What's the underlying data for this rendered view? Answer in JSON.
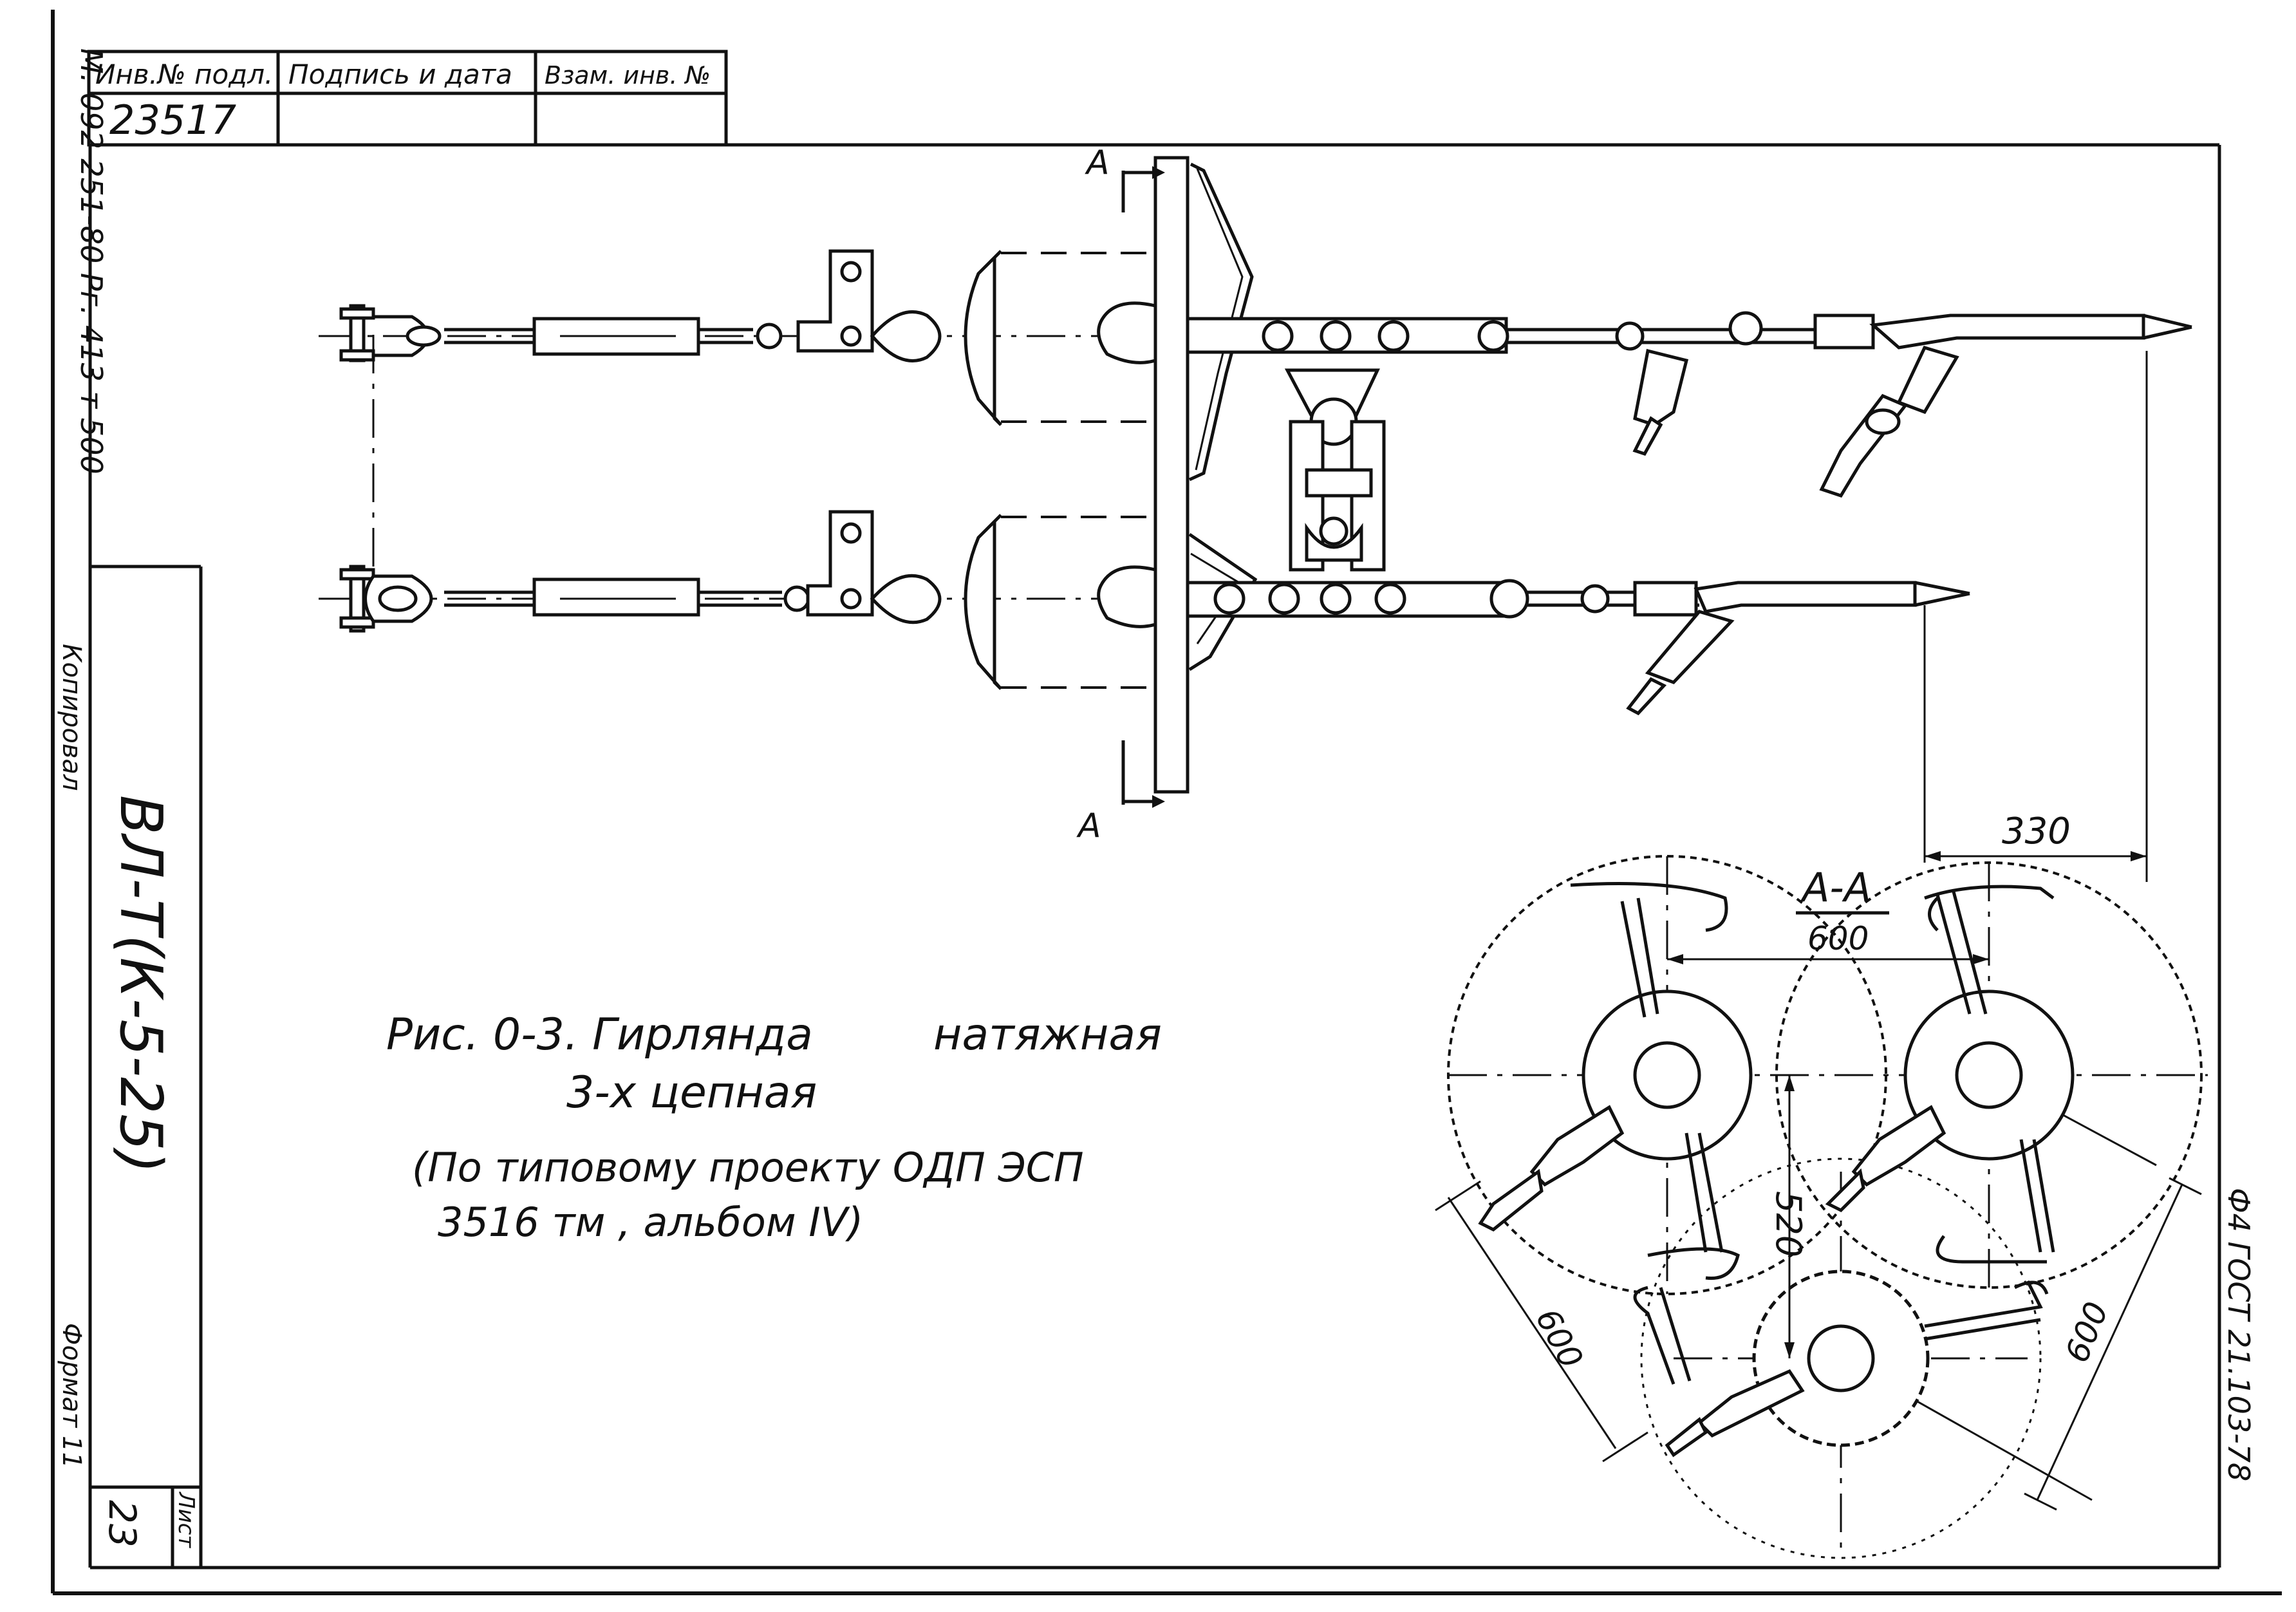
{
  "stamp": {
    "col1_header": "Инв.№ подл.",
    "col2_header": "Подпись и дата",
    "col3_header": "Взам. инв. №",
    "inventory_number": "23517"
  },
  "left_margin": {
    "vertical_note": "М. 092 251-80 Рг. 413 т 500",
    "code": "ВЛ-Т(К-5-25)",
    "copied_label": "Копировал",
    "format_label": "Формат 11",
    "sheet_label": "Лист",
    "sheet_number": "23"
  },
  "right_margin": {
    "standard_note": "Ф4  ГОСТ 21.103-78"
  },
  "drawing": {
    "section_mark_top": "А",
    "section_mark_bottom": "А",
    "dim_330": "330"
  },
  "section": {
    "title": "А-А",
    "dim_top": "600",
    "dim_vertical": "520",
    "dim_left": "600",
    "dim_right": "600"
  },
  "caption": {
    "line1a": "Рис. 0-3. Гирлянда",
    "line1b": "натяжная",
    "line2": "3-х цепная",
    "line3": "(По типовому проекту ОДП ЭСП",
    "line4": "3516 тм , альбом IV)"
  },
  "colors": {
    "ink": "#111111",
    "paper": "#ffffff"
  }
}
